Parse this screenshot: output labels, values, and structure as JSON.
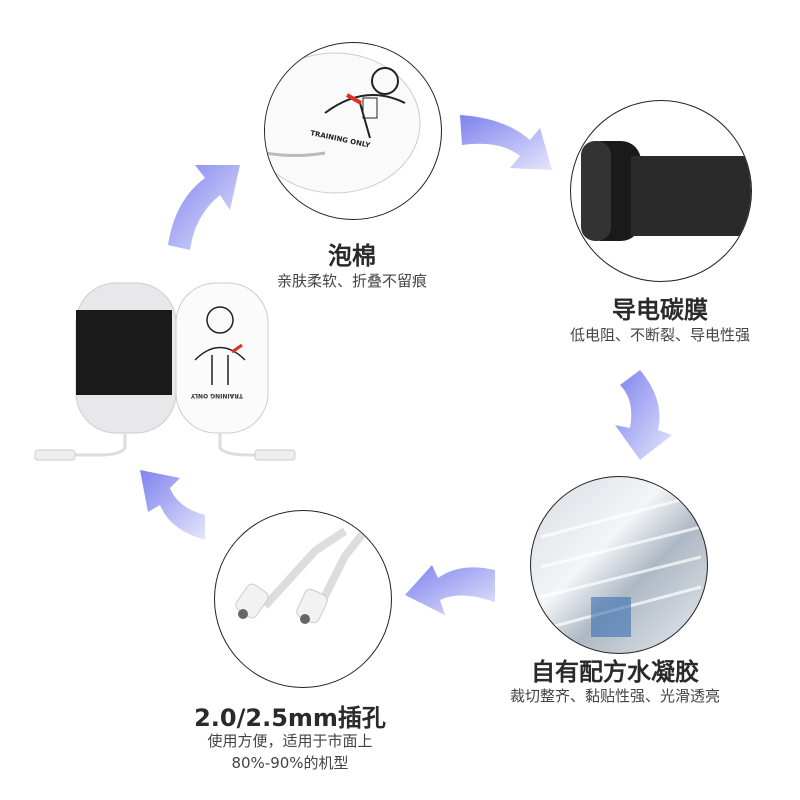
{
  "features": [
    {
      "title": "泡棉",
      "desc": "亲肤柔软、折叠不留痕"
    },
    {
      "title": "导电碳膜",
      "desc": "低电阻、不断裂、导电性强"
    },
    {
      "title": "自有配方水凝胶",
      "desc": "裁切整齐、黏贴性强、光滑透亮"
    },
    {
      "title": "2.0/2.5mm插孔",
      "desc_line1": "使用方便，适用于市面上",
      "desc_line2": "80%-90%的机型"
    }
  ],
  "pad_label": "TRAINING ONLY",
  "colors": {
    "arrow": "#9a9cf0",
    "title": "#2a2a2a",
    "text": "#444444"
  }
}
